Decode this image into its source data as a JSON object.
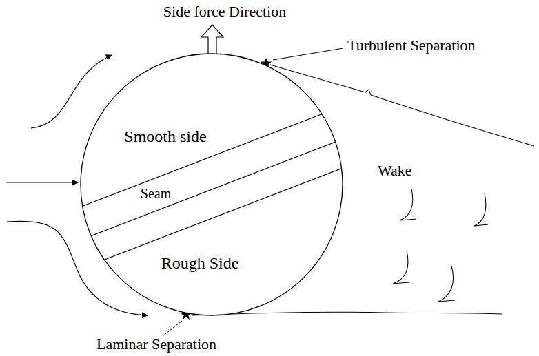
{
  "diagram": {
    "nodes": [
      {
        "text": [
          "Smooth side",
          "Seam",
          "Rough Side"
        ]
      }
    ],
    "labels": [
      "Side force Direction",
      "Turbulent Separation",
      "Wake",
      "Laminar Separation"
    ]
  }
}
